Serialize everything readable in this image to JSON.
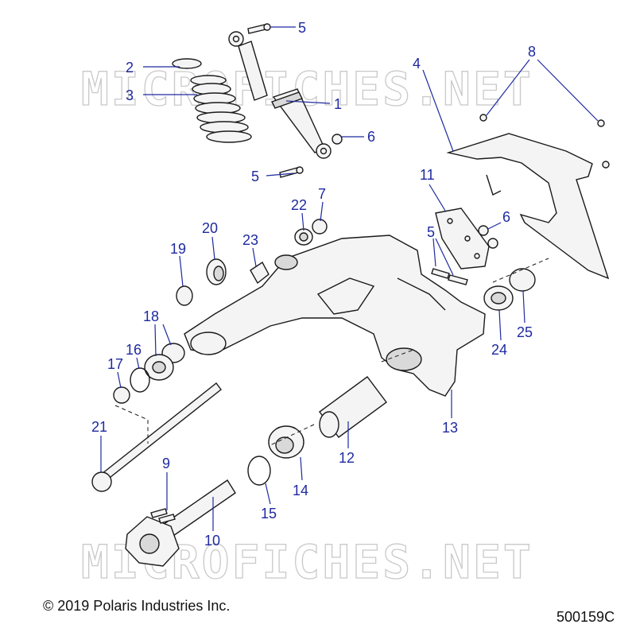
{
  "watermark": "MICROFICHES.NET",
  "copyright": "© 2019 Polaris Industries Inc.",
  "drawing_id": "500159C",
  "callouts": [
    "5",
    "2",
    "3",
    "1",
    "6",
    "5",
    "4",
    "8",
    "11",
    "22",
    "7",
    "6",
    "20",
    "5",
    "19",
    "23",
    "18",
    "16",
    "17",
    "24",
    "25",
    "13",
    "21",
    "12",
    "9",
    "14",
    "10",
    "15"
  ]
}
